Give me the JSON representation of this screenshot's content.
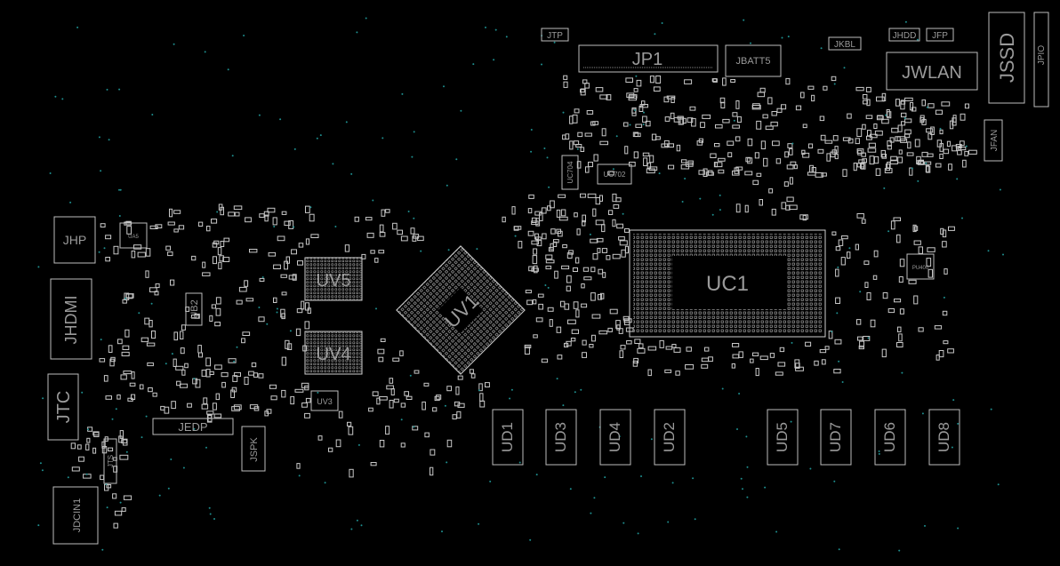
{
  "components": {
    "JTP": "JTP",
    "JP1": "JP1",
    "JBATT5": "JBATT5",
    "JKBL": "JKBL",
    "JHDD": "JHDD",
    "JFP": "JFP",
    "JWLAN": "JWLAN",
    "JSSD": "JSSD",
    "JPIO": "JPIO",
    "JFAN": "JFAN",
    "UC704": "UC704",
    "UC702": "UC702",
    "UC1": "UC1",
    "UV1": "UV1",
    "UV5": "UV5",
    "UV4": "UV4",
    "UV3": "UV3",
    "JHP": "JHP",
    "UA5": "UA5",
    "JHDMI": "JHDMI",
    "UB2": "UB2",
    "JTC": "JTC",
    "JEDP": "JEDP",
    "JSPK": "JSPK",
    "JTS": "JTS",
    "JDCIN1": "JDCIN1",
    "UD1": "UD1",
    "UD3": "UD3",
    "UD4": "UD4",
    "UD2": "UD2",
    "UD5": "UD5",
    "UD7": "UD7",
    "UD6": "UD6",
    "UD8": "UD8",
    "PU400": "PU400"
  }
}
